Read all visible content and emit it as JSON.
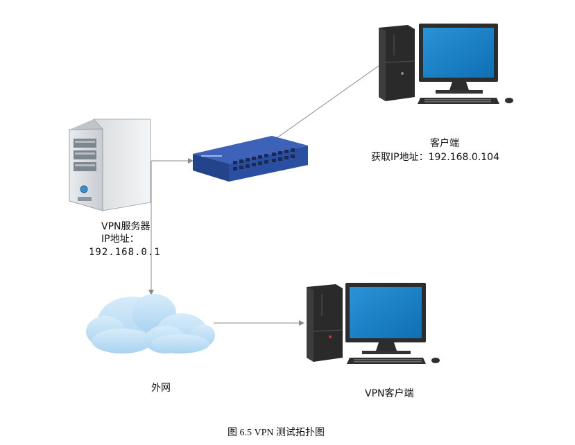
{
  "nodes": {
    "client": {
      "name": "客户端",
      "ip_line": "获取IP地址：192.168.0.104"
    },
    "server": {
      "name": "VPN服务器",
      "ip_label": "IP地址：",
      "ip_value": "192.168.0.1"
    },
    "internet": {
      "name": "外网"
    },
    "vpn_client": {
      "name": "VPN客户端"
    },
    "switch": {
      "name": ""
    }
  },
  "caption": "图 6.5  VPN 测试拓扑图",
  "icons": [
    "server-icon",
    "switch-icon",
    "desktop-computer-icon",
    "cloud-icon"
  ],
  "colors": {
    "monitor_screen": "#1a7fc4",
    "switch_body": "#2b4fa0",
    "cloud": "#bfe0f6",
    "line": "#8a8a8a"
  }
}
